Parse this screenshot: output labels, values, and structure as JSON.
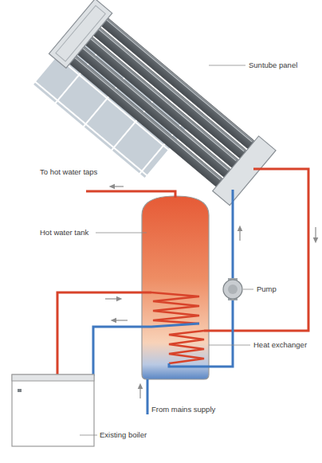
{
  "diagram": {
    "labels": [
      "Suntube panel",
      "To hot water taps",
      "Hot water tank",
      "Pump",
      "Heat exchanger",
      "From mains supply",
      "Existing boiler"
    ]
  }
}
